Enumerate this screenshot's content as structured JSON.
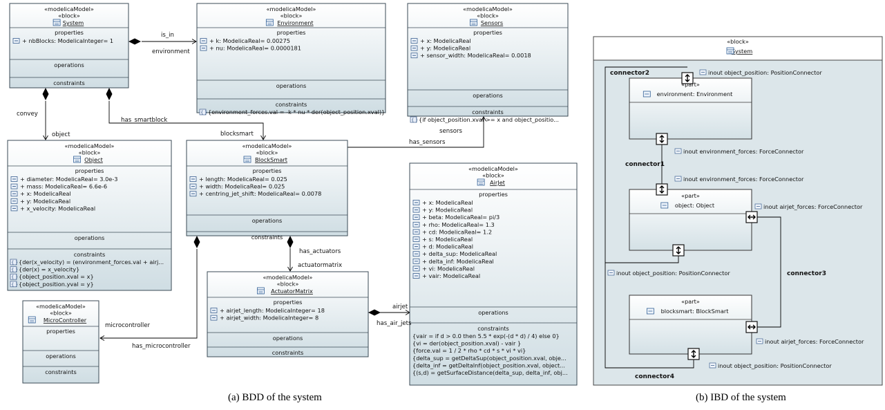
{
  "captions": {
    "bdd": "(a) BDD of the system",
    "ibd": "(b) IBD of the system"
  },
  "sec": {
    "properties": "properties",
    "operations": "operations",
    "constraints": "constraints"
  },
  "bdd": {
    "blocks": [
      {
        "id": "system",
        "stereo": [
          "«modelicaModel»",
          "«block»"
        ],
        "name": "System",
        "properties": [
          "+ nbBlocks: ModelicaInteger= 1"
        ],
        "constraints": []
      },
      {
        "id": "environment",
        "stereo": [
          "«modelicaModel»",
          "«block»"
        ],
        "name": "Environment",
        "properties": [
          "+ k: ModelicaReal=  0.00275",
          "+ nu: ModelicaReal= 0.0000181"
        ],
        "constraints": [
          "{environment_forces.val = -k * nu * der(object_position.xval)}"
        ]
      },
      {
        "id": "sensors",
        "stereo": [
          "«modelicaModel»",
          "«block»"
        ],
        "name": "Sensors",
        "properties": [
          "+ x: ModelicaReal",
          "+ y: ModelicaReal",
          "+ sensor_width: ModelicaReal= 0.0018"
        ],
        "constraints": [
          "{if object_position.xval >= x and object_positio..."
        ]
      },
      {
        "id": "object",
        "stereo": [
          "«modelicaModel»",
          "«block»"
        ],
        "name": "Object",
        "properties": [
          "+ diameter: ModelicaReal= 3.0e-3",
          "+ mass: ModelicaReal= 6.6e-6",
          "+ x: ModelicaReal",
          "+ y: ModelicaReal",
          "+ x_velocity: ModelicaReal"
        ],
        "constraints": [
          "{der(x_velocity) = (environment_forces.val + airj...",
          "{der(x) = x_velocity}",
          "{object_position.xval = x}",
          "{object_position.yval = y}"
        ]
      },
      {
        "id": "blocksmart",
        "stereo": [
          "«modelicaModel»",
          "«block»"
        ],
        "name": "BlockSmart",
        "properties": [
          "+ length: ModelicaReal= 0.025",
          "+ width: ModelicaReal= 0.025",
          "+ centring_jet_shift: ModelicaReal= 0.0078"
        ],
        "constraints": []
      },
      {
        "id": "airjet",
        "stereo": [
          "«modelicaModel»",
          "«block»"
        ],
        "name": "AirJet",
        "properties": [
          "+ x: ModelicaReal",
          "+ y: ModelicaReal",
          "+ beta: ModelicaReal= pi/3",
          "+ rho: ModelicaReal= 1.3",
          "+ cd: ModelicaReal= 1.2",
          "+ s: ModelicaReal",
          "+ d: ModelicaReal",
          "+ delta_sup: ModelicaReal",
          "+ delta_inf: ModelicaReal",
          "+ vi: ModelicaReal",
          "+ vair: ModelicaReal"
        ],
        "constraints": [
          "{vair = if d > 0.0 then 5.5 * exp(-(d * d) / 4) else 0}",
          "{vi = der(object_position.xval) - vair }",
          "{force.val = 1 / 2 * rho * cd * s * vi * vi}",
          "{delta_sup = getDeltaSup(object_position.xval, obje...",
          "{delta_inf = getDeltaInf(object_position.xval, object...",
          "{(s,d) = getSurfaceDistance(delta_sup, delta_inf, obj..."
        ]
      },
      {
        "id": "actuatormatrix",
        "stereo": [
          "«modelicaModel»",
          "«block»"
        ],
        "name": "ActuatorMatrix",
        "properties": [
          "+ airjet_length: ModelicaInteger= 18",
          "+ airjet_width: ModelicaInteger= 8"
        ],
        "constraints": []
      },
      {
        "id": "microcontroller",
        "stereo": [
          "«modelicaModel»",
          "«block»"
        ],
        "name": "MicroController",
        "properties": [],
        "constraints": []
      }
    ],
    "relations": [
      {
        "id": "is_in",
        "name": "is_in",
        "role": "environment"
      },
      {
        "id": "convey",
        "name": "convey",
        "role": "object"
      },
      {
        "id": "has_smartblock",
        "name": "has_smartblock",
        "role": "blocksmart"
      },
      {
        "id": "has_sensors",
        "name": "has_sensors",
        "role": "sensors"
      },
      {
        "id": "has_actuators",
        "name": "has_actuators",
        "role": "actuatormatrix"
      },
      {
        "id": "has_air_jets",
        "name": "has_air_jets",
        "role": "airjet"
      },
      {
        "id": "has_microcontroller",
        "name": "has_microcontroller",
        "role": "microcontroller"
      }
    ]
  },
  "ibd": {
    "frame": {
      "stereo": "«block»",
      "name": "System"
    },
    "parts": [
      {
        "id": "environment",
        "stereo": "«part»",
        "label": "environment: Environment"
      },
      {
        "id": "object",
        "stereo": "«part»",
        "label": "object: Object"
      },
      {
        "id": "blocksmart",
        "stereo": "«part»",
        "label": "blocksmart: BlockSmart"
      }
    ],
    "ports": [
      "inout object_position: PositionConnector",
      "inout environment_forces: ForceConnector",
      "inout environment_forces: ForceConnector",
      "inout airjet_forces: ForceConnector",
      "inout object_position: PositionConnector",
      "inout airjet_forces: ForceConnector",
      "inout object_position: PositionConnector"
    ],
    "connectors": [
      "connector2",
      "connector1",
      "connector3",
      "connector4"
    ]
  }
}
